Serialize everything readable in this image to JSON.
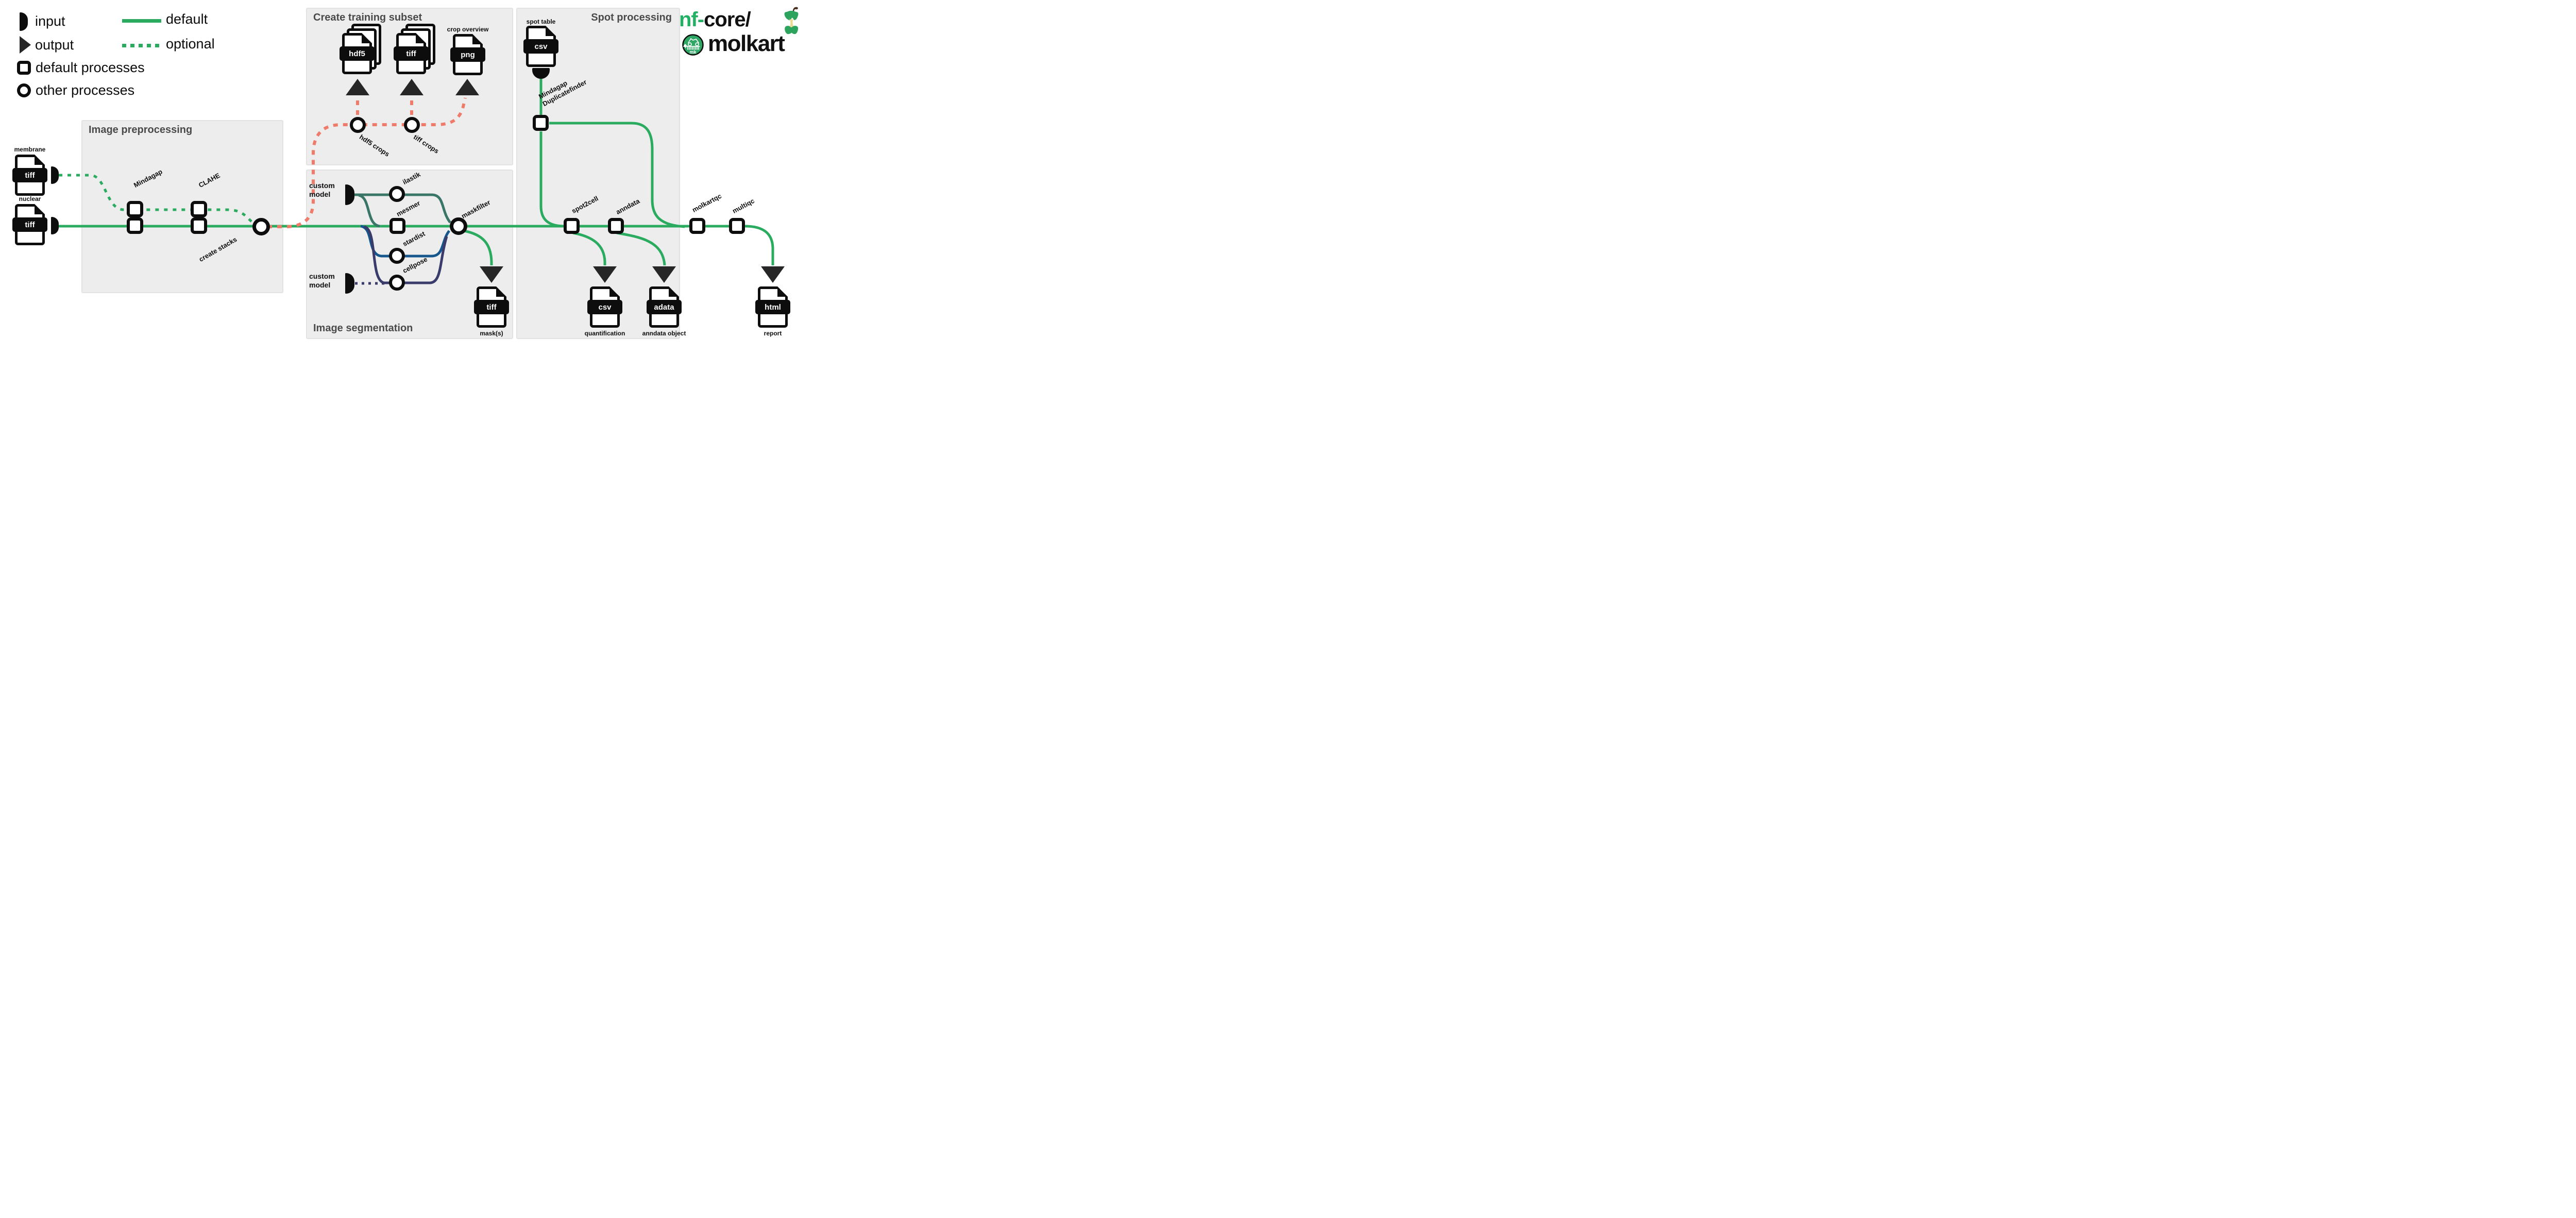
{
  "legend": {
    "input": "input",
    "output": "output",
    "default_processes": "default processes",
    "other_processes": "other processes",
    "default_line": "default",
    "optional_line": "optional"
  },
  "logo": {
    "nf": "nf-",
    "core": "core/",
    "name": "molkart",
    "badge": "mk"
  },
  "boxes": {
    "preprocessing": "Image preprocessing",
    "training": "Create training subset",
    "segmentation": "Image segmentation",
    "spot": "Spot processing"
  },
  "files": {
    "membrane": {
      "caption": "membrane",
      "format": "tiff"
    },
    "nuclear": {
      "caption": "nuclear",
      "format": "tiff"
    },
    "spot_table": {
      "caption": "spot table",
      "format": "csv"
    },
    "hdf5_crops": {
      "format": "hdf5"
    },
    "tiff_crops": {
      "format": "tiff"
    },
    "png_overview": {
      "caption": "crop overview",
      "format": "png"
    },
    "mask": {
      "caption": "mask(s)",
      "format": "tiff"
    },
    "quantification": {
      "caption": "quantification",
      "format": "csv"
    },
    "anndata_object": {
      "caption": "anndata object",
      "format": "adata"
    },
    "report": {
      "caption": "report",
      "format": "html"
    }
  },
  "inputs": {
    "custom_model_line1": "custom",
    "custom_model_line2": "model"
  },
  "processes": {
    "mindagap": "Mindagap",
    "clahe": "CLAHE",
    "create_stacks": "create stacks",
    "hdf5_crops": "hdf5 crops",
    "tiff_crops": "tiff crops",
    "ilastik": "ilastik",
    "mesmer": "mesmer",
    "stardist": "stardist",
    "cellpose": "cellpose",
    "maskfilter": "maskfilter",
    "duplicatefinder_line1": "Mindagap",
    "duplicatefinder_line2": "Duplicatefinder",
    "spot2cell": "spot2cell",
    "anndata": "anndata",
    "molkartqc": "molkartqc",
    "multiqc": "multiqc"
  },
  "colors": {
    "green": "#2bab60",
    "salmon": "#ef7c6a",
    "teal": "#3a7668",
    "blue": "#15578c",
    "navy": "#393b6b",
    "black": "#0d0d0d",
    "box_fill": "#ededed",
    "title_gray": "#4a4a4a"
  }
}
